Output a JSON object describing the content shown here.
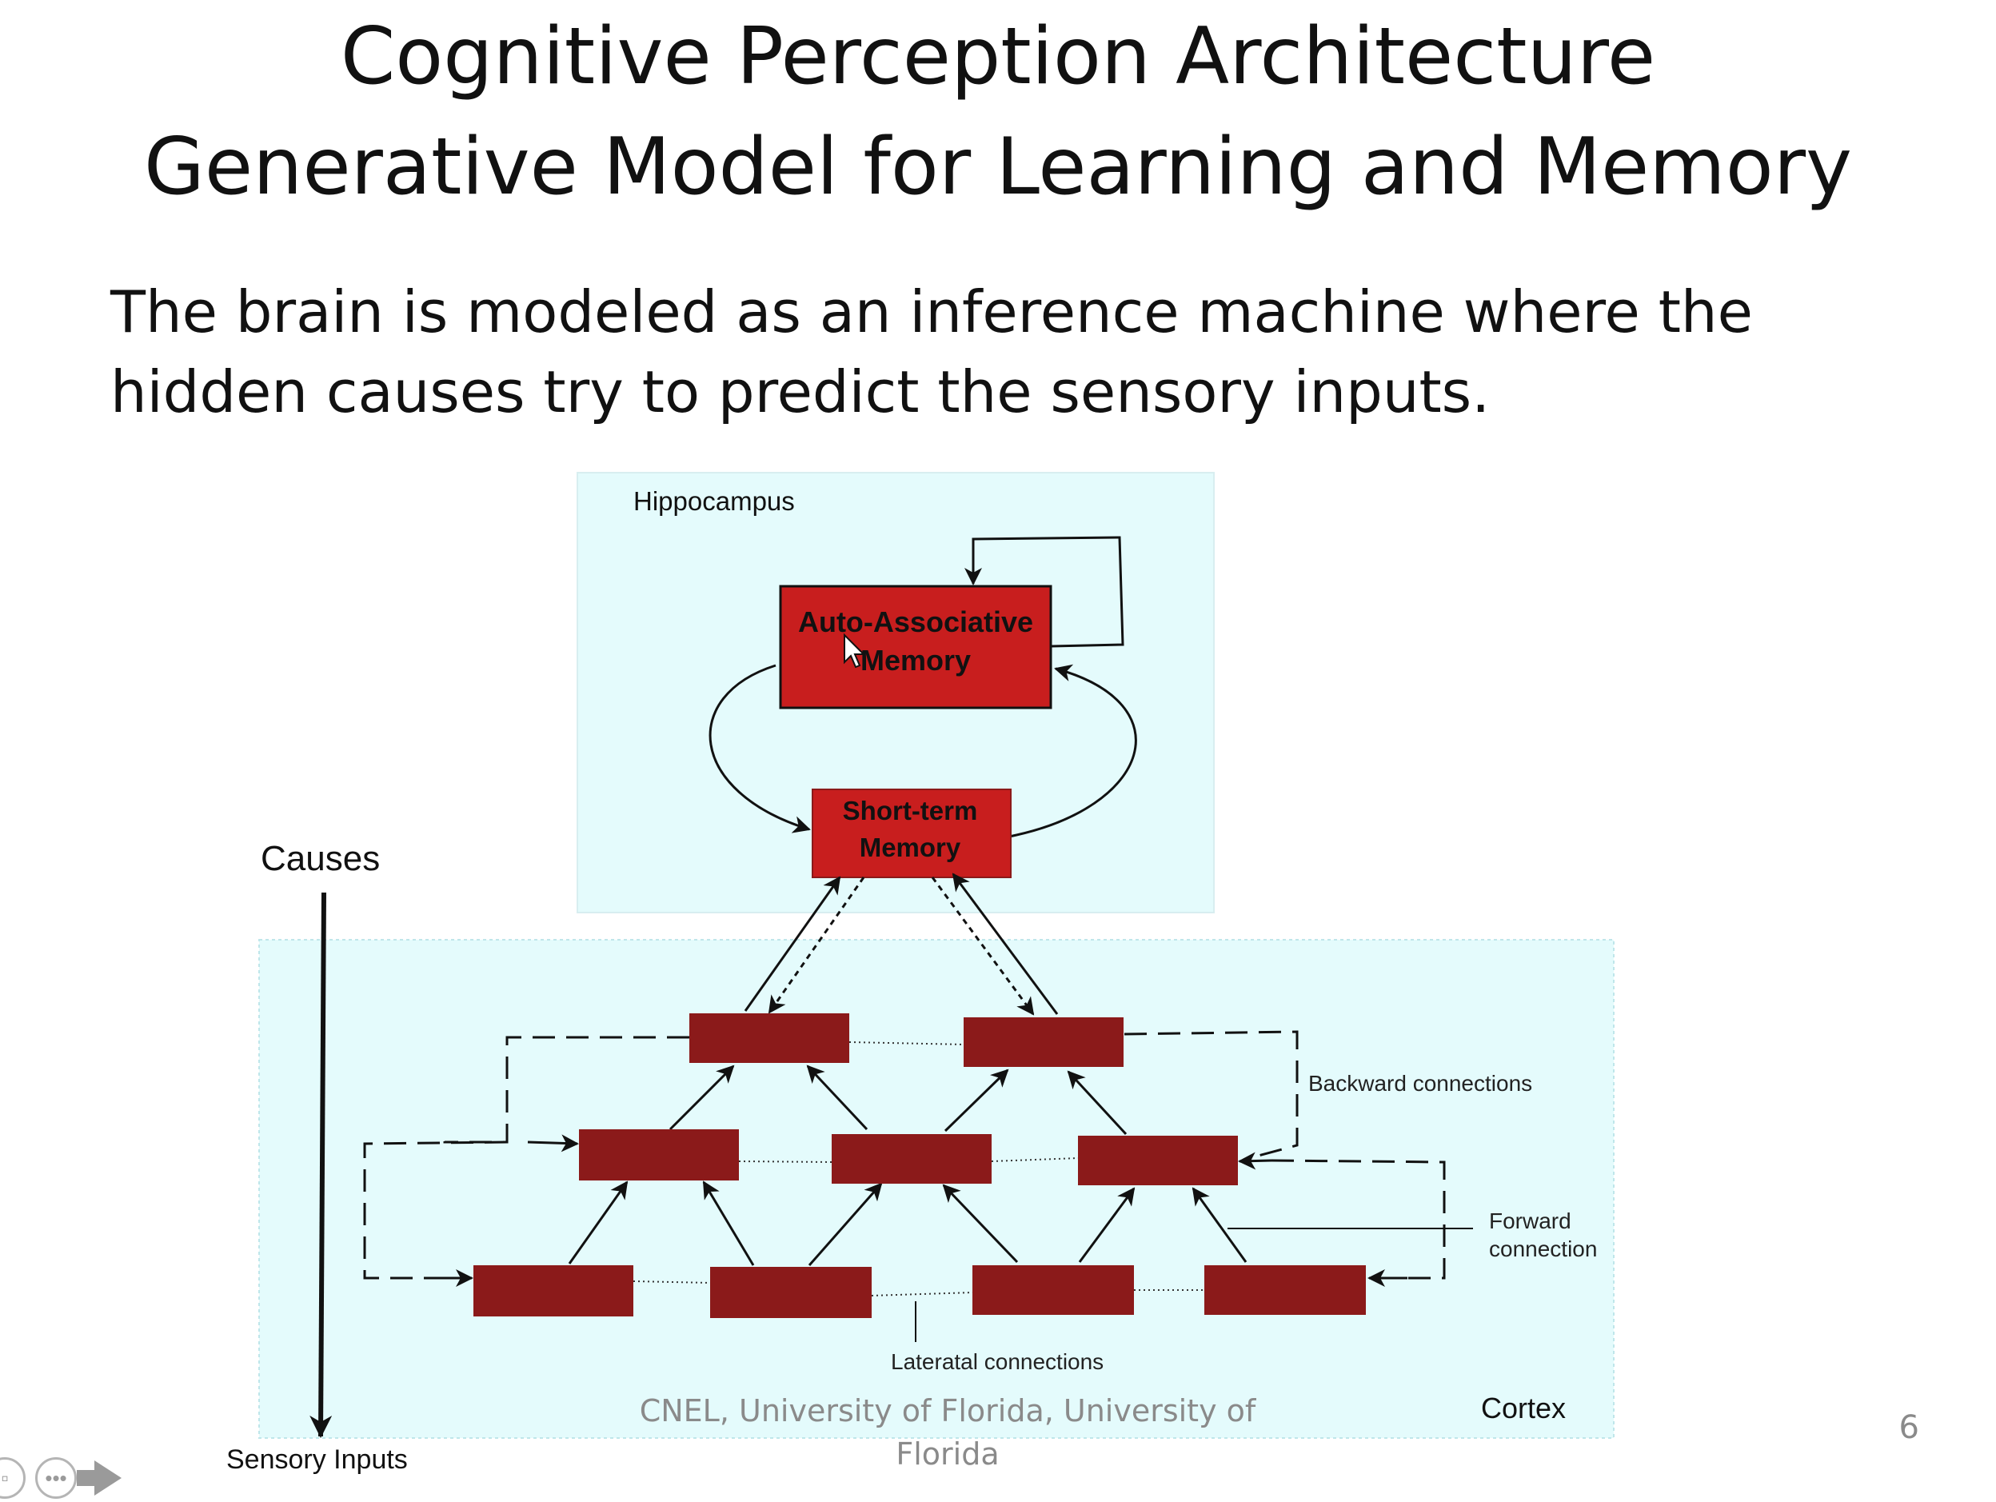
{
  "slide": {
    "title_line1": "Cognitive Perception Architecture",
    "title_line2": "Generative Model for Learning and Memory",
    "body": "The brain is modeled as an inference machine where the hidden causes try to predict the sensory inputs.",
    "footer": "CNEL, University of Florida, University of Florida",
    "page_number": "6"
  },
  "diagram": {
    "hippocampus_label": "Hippocampus",
    "cortex_label": "Cortex",
    "aam_label_line1": "Auto-Associative",
    "aam_label_line2": "Memory",
    "stm_label_line1": "Short-term",
    "stm_label_line2": "Memory",
    "causes_label": "Causes",
    "sensory_label": "Sensory Inputs",
    "backward_label": "Backward connections",
    "forward_label_line1": "Forward",
    "forward_label_line2": "connection",
    "lateral_label": "Lateratal connections",
    "colors": {
      "region_fill": "#e4fbfc",
      "box_red": "#c81e1e",
      "box_dark": "#8b1a1a"
    }
  },
  "nav": {
    "icons": [
      "slides-icon",
      "more-options-icon",
      "next-arrow-icon"
    ],
    "more_glyph": "•••"
  }
}
